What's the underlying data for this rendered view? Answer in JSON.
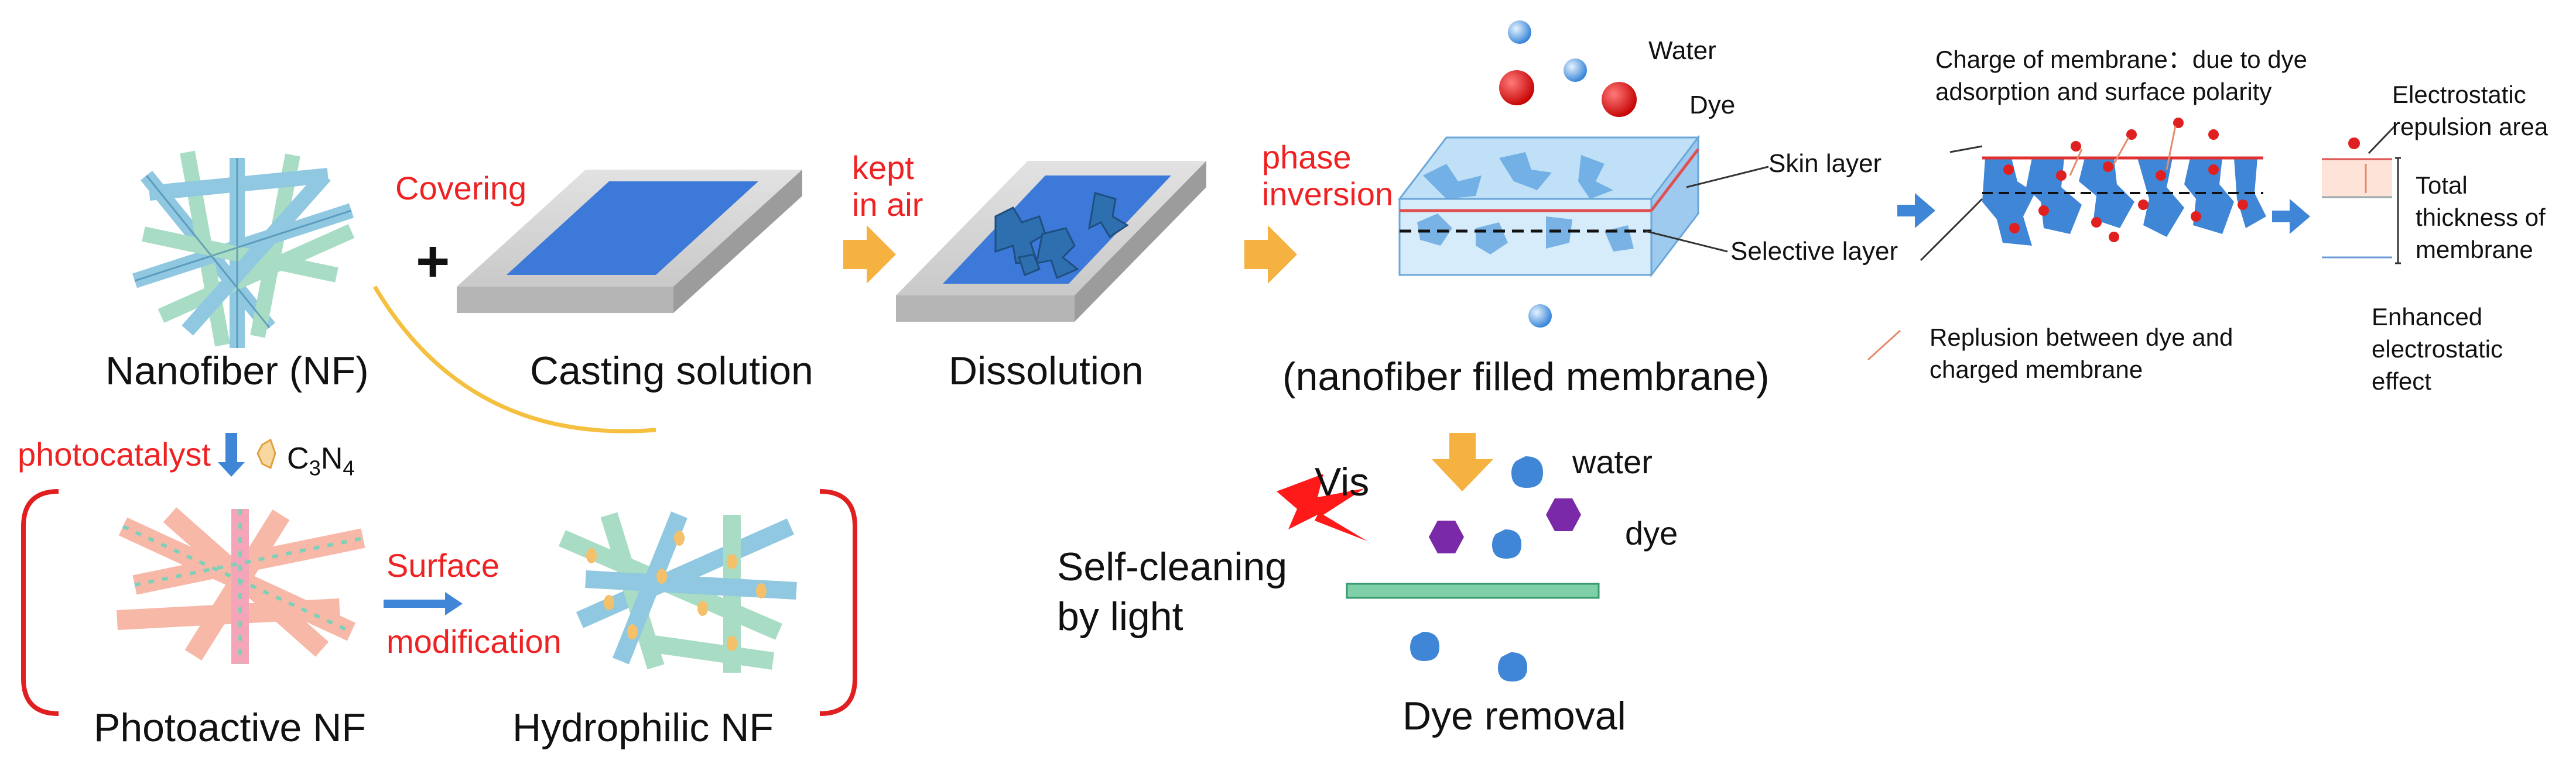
{
  "nanofiber": {
    "label": "Nanofiber (NF)"
  },
  "casting": {
    "label": "Casting solution",
    "covering": "Covering",
    "plus": "+"
  },
  "kept_in_air": {
    "line1": "kept",
    "line2": "in air"
  },
  "dissolution": {
    "label": "Dissolution"
  },
  "phase_inversion": {
    "line1": "phase",
    "line2": "inversion"
  },
  "membrane": {
    "label": "(nanofiber filled membrane)",
    "water": "Water",
    "dye": "Dye",
    "skin_layer": "Skin layer",
    "selective_layer": "Selective layer"
  },
  "charge": {
    "title_line1": "Charge of membrane：due to dye",
    "title_line2": "adsorption and surface polarity",
    "repulsion_area_line1": "Electrostatic",
    "repulsion_area_line2": "repulsion area",
    "total_line1": "Total",
    "total_line2": "thickness of",
    "total_line3": "membrane",
    "replusion_line1": "Replusion between dye and",
    "replusion_line2": "charged membrane",
    "enhanced_line1": "Enhanced",
    "enhanced_line2": "electrostatic",
    "enhanced_line3": "effect"
  },
  "photo": {
    "photocatalyst": "photocatalyst",
    "c3n4_main": "C",
    "c3n4_sub1": "3",
    "c3n4_n": "N",
    "c3n4_sub2": "4",
    "photoactive": "Photoactive NF",
    "surface": "Surface",
    "modification": "modification",
    "hydrophilic": "Hydrophilic NF"
  },
  "dye_removal": {
    "vis": "Vis",
    "water": "water",
    "dye": "dye",
    "self_cleaning_line1": "Self-cleaning",
    "self_cleaning_line2": "by light",
    "label": "Dye removal"
  },
  "colors": {
    "fiber_blue": "#8fc8e0",
    "fiber_green": "#a8dcc4",
    "fiber_pink": "#f7b8a8",
    "plate_blue": "#3d79d8",
    "arrow_orange": "#f5b240",
    "arrow_blue": "#3f86d6",
    "red_text": "#ee2222",
    "dye_purple": "#7a2aa8",
    "membrane_green": "#7fcfa8"
  }
}
